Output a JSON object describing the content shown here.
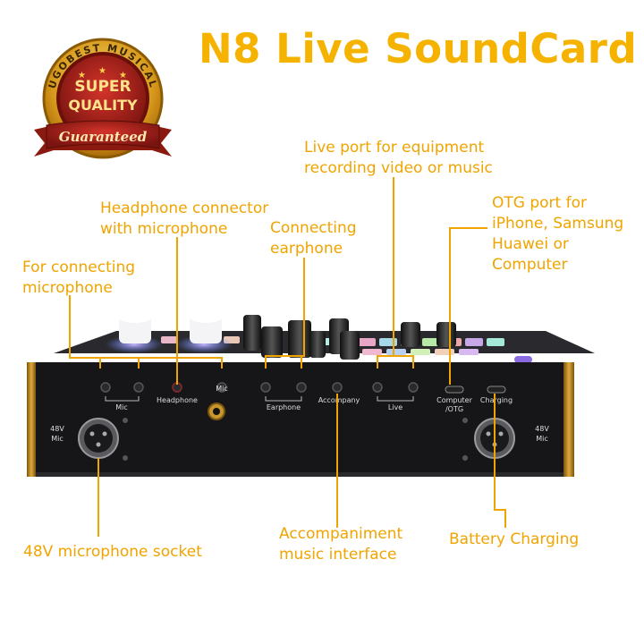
{
  "title": "N8 Live SoundCard",
  "badge": {
    "arc_text": "UGOBEST MUSICAL",
    "line1": "SUPER",
    "line2": "QUALITY",
    "ribbon": "Guaranteed"
  },
  "callouts": {
    "mic_connect": [
      "For connecting",
      "microphone"
    ],
    "headphone_connector": [
      "Headphone connector",
      "with microphone"
    ],
    "earphone": [
      "Connecting",
      "earphone"
    ],
    "live_port": [
      "Live port for equipment",
      "recording video or music"
    ],
    "otg_port": [
      "OTG port for",
      "iPhone, Samsung",
      "Huawei or",
      "Computer"
    ],
    "mic_socket": "48V microphone socket",
    "accompaniment": [
      "Accompaniment",
      "music interface"
    ],
    "battery": "Battery Charging"
  },
  "panel_labels": {
    "mic1": "Mic",
    "headphone": "Headphone",
    "mic2": "Mic",
    "earphone": "Earphone",
    "accompany": "Accompany",
    "live": "Live",
    "computer": [
      "Computer",
      "/OTG"
    ],
    "charging": "Charging",
    "left_xlr": [
      "48V",
      "Mic"
    ],
    "right_xlr": [
      "48V",
      "Mic"
    ]
  },
  "colors": {
    "accent": "#f0a400",
    "title": "#f5b300",
    "panel": "#1a1a1c",
    "gold_trim": "#c8962a"
  }
}
